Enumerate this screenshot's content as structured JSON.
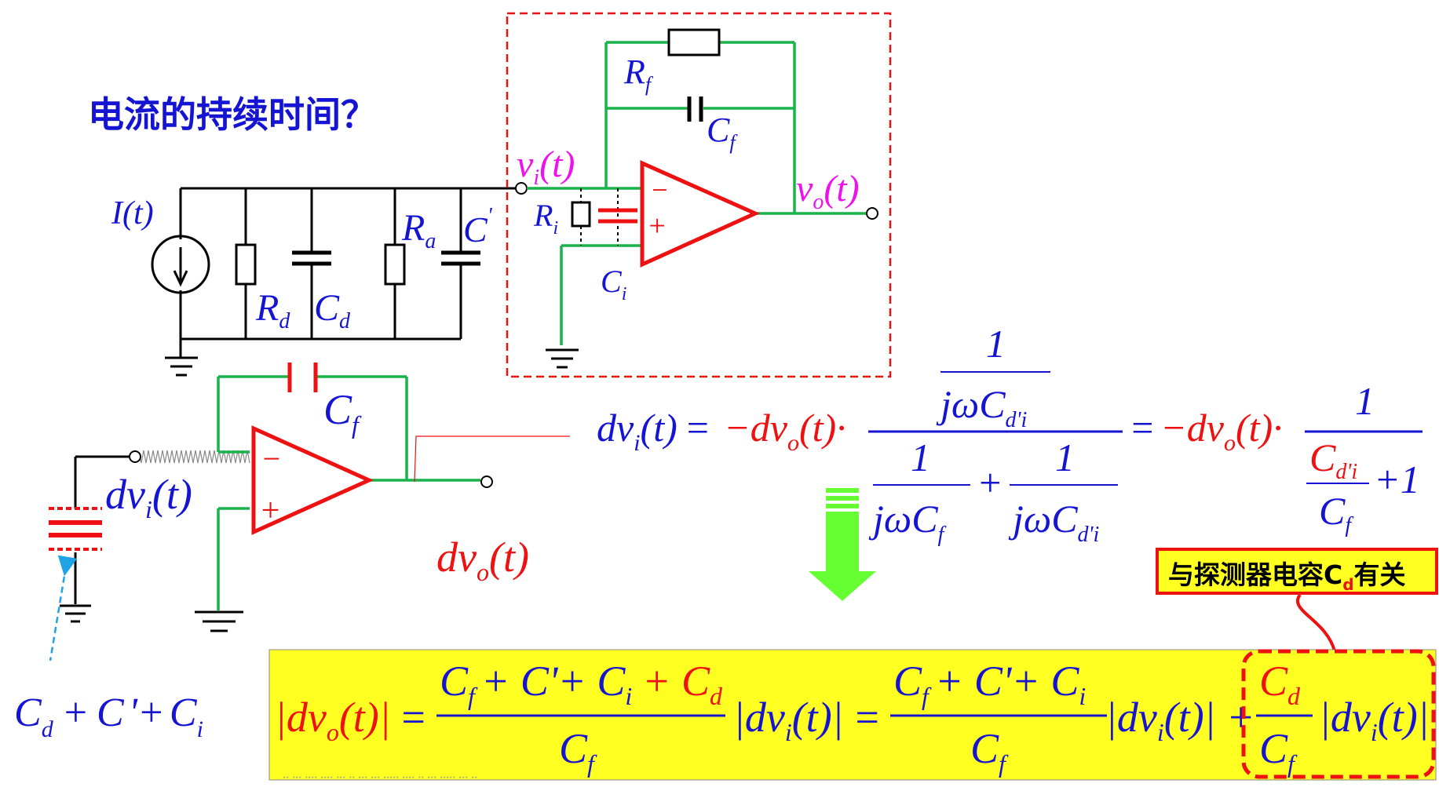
{
  "title": "电流的持续时间？",
  "colors": {
    "blue": "#1414d2",
    "red": "#ee1111",
    "magenta": "#ee11ee",
    "green": "#19b24b",
    "black": "#000000",
    "highlight": "#ffff22",
    "arrow_green": "#66ff33"
  },
  "top_circuit": {
    "source_label": "I(t)",
    "rd": "R",
    "rd_sub": "d",
    "cd": "C",
    "cd_sub": "d",
    "ra": "R",
    "ra_sub": "a",
    "cprime": "C",
    "cprime_sup": "'",
    "vi": "v",
    "vi_sub": "i",
    "vi_arg": "(t)",
    "ri": "R",
    "ri_sub": "i",
    "ci": "C",
    "ci_sub": "i",
    "rf": "R",
    "rf_sub": "f",
    "cf": "C",
    "cf_sub": "f",
    "vo": "v",
    "vo_sub": "o",
    "vo_arg": "(t)",
    "minus": "−",
    "plus": "+"
  },
  "bottom_circuit": {
    "cf": "C",
    "cf_sub": "f",
    "dvi": "dv",
    "dvi_sub": "i",
    "dvi_arg": "(t)",
    "dvo": "dv",
    "dvo_sub": "o",
    "dvo_arg": "(t)",
    "cap_sum": [
      "C",
      "d",
      "+",
      "C",
      "'+",
      "C",
      "i"
    ],
    "minus": "−",
    "plus": "+"
  },
  "equation_top": {
    "lhs": "dv",
    "lhs_sub": "i",
    "lhs_arg": "(t)",
    "eq": "=",
    "neg": "−dv",
    "neg_sub": "o",
    "neg_arg": "(t)·",
    "one": "1",
    "jw": "jωC",
    "cdi_sub": "d'i",
    "cf_sub": "f",
    "plus": "+",
    "rhs_neg": "−dv",
    "rhs_sub": "o",
    "rhs_arg": "(t)·",
    "c": "C",
    "plus_one": "+1"
  },
  "callout": "与探测器电容C",
  "callout_sub": "d",
  "callout_tail": "有关",
  "equation_bottom": {
    "abs_dvo": "|dv",
    "abs_dvo_sub": "o",
    "abs_dvo_arg": "(t)|",
    "eq": "=",
    "num1_a": "C",
    "num1_a_sub": "f",
    "num1_b": "+ C'+ C",
    "num1_b_sub": "i",
    "num1_c": "+ C",
    "num1_c_sub": "d",
    "den": "C",
    "den_sub": "f",
    "abs_dvi": "|dv",
    "abs_dvi_sub": "i",
    "abs_dvi_arg": "(t)|",
    "num2_a": "C",
    "num2_a_sub": "f",
    "num2_b": "+ C'+ C",
    "num2_b_sub": "i",
    "plus": "+",
    "num3": "C",
    "num3_sub": "d"
  },
  "footer_faint": "·· ··· ···· ···· ··· ·· ··· ··· ····· ···· ·· ··· ····· ··· ··"
}
